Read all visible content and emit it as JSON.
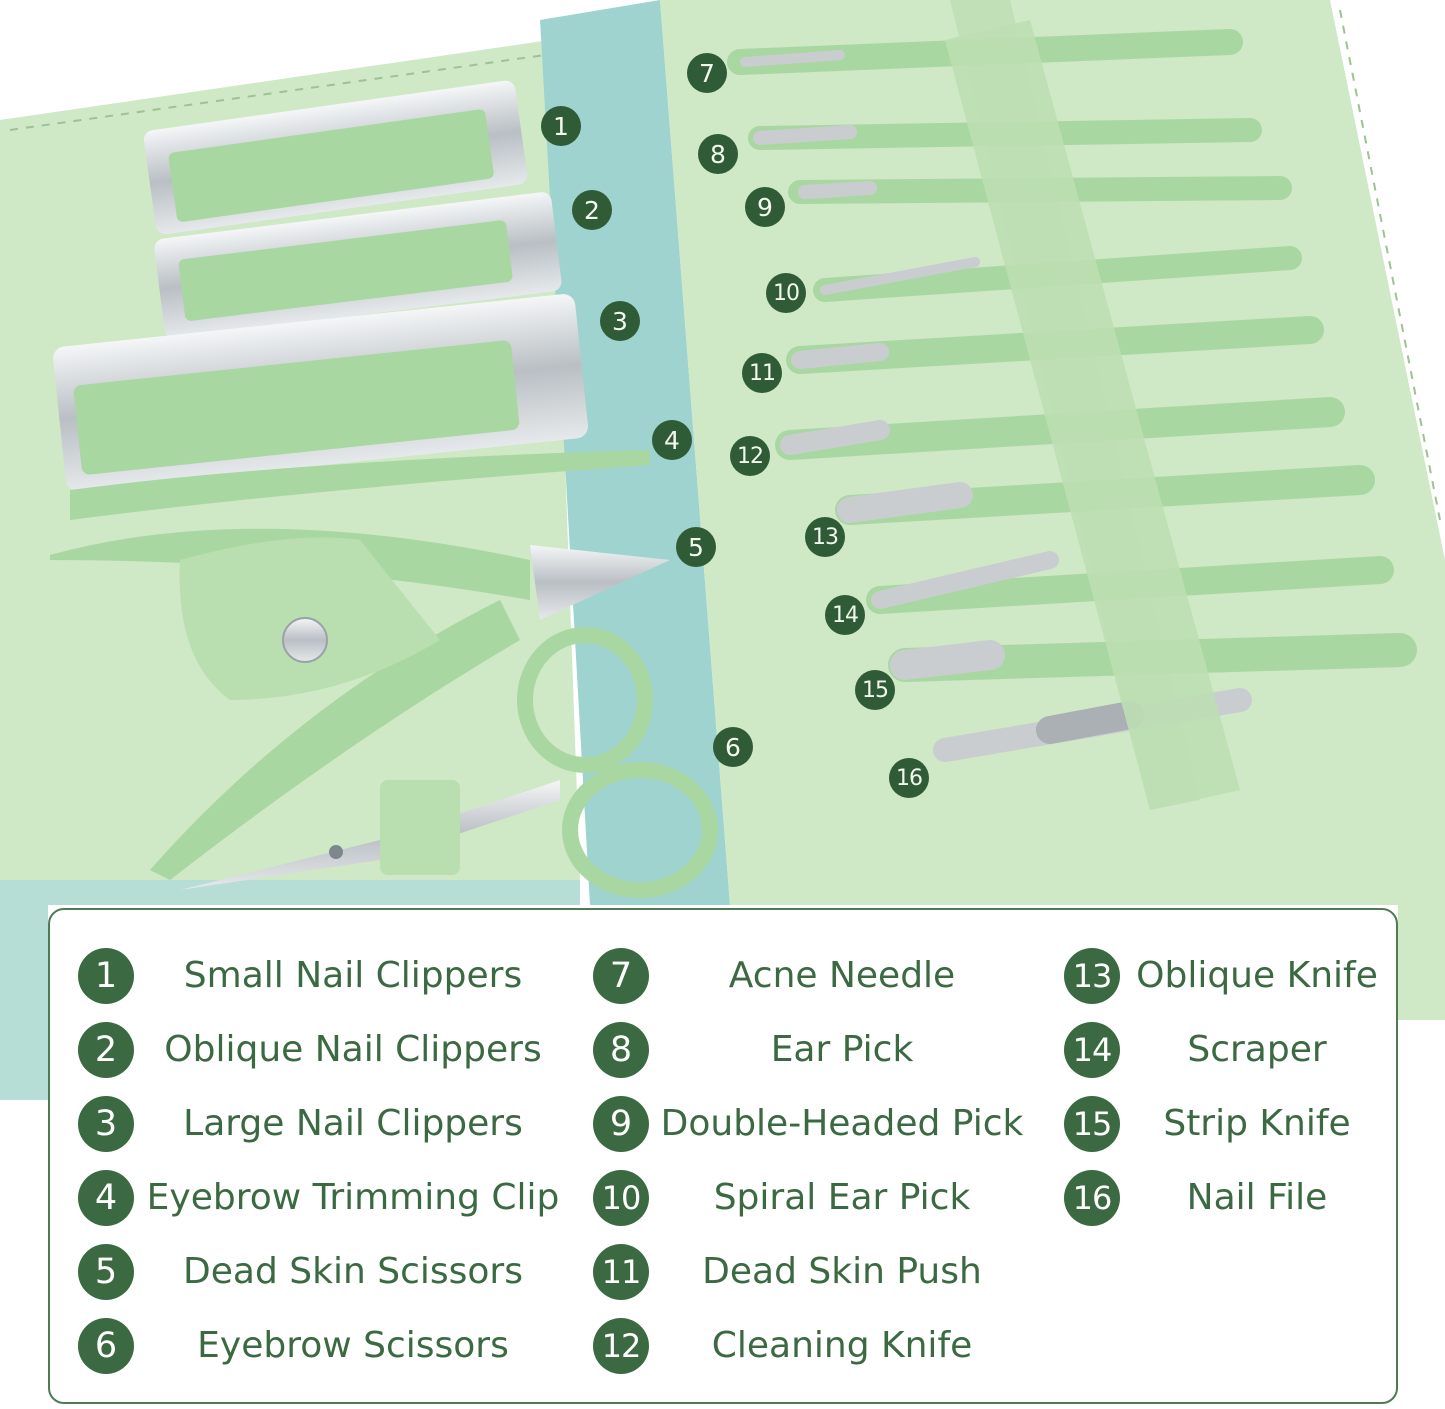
{
  "colors": {
    "accent": "#3b6a42",
    "case_green": "#cfe8c6",
    "case_blue": "#9fd3cf",
    "tool_green": "#a9d7a2",
    "steel": "#c9cdd0"
  },
  "photo_badges": [
    "1",
    "2",
    "3",
    "4",
    "5",
    "6",
    "7",
    "8",
    "9",
    "10",
    "11",
    "12",
    "13",
    "14",
    "15",
    "16"
  ],
  "legend": {
    "items": [
      {
        "num": "1",
        "label": "Small Nail Clippers"
      },
      {
        "num": "2",
        "label": "Oblique Nail Clippers"
      },
      {
        "num": "3",
        "label": "Large Nail Clippers"
      },
      {
        "num": "4",
        "label": "Eyebrow Trimming Clip"
      },
      {
        "num": "5",
        "label": "Dead Skin Scissors"
      },
      {
        "num": "6",
        "label": "Eyebrow Scissors"
      },
      {
        "num": "7",
        "label": "Acne Needle"
      },
      {
        "num": "8",
        "label": "Ear Pick"
      },
      {
        "num": "9",
        "label": "Double-Headed Pick"
      },
      {
        "num": "10",
        "label": "Spiral Ear Pick"
      },
      {
        "num": "11",
        "label": "Dead Skin Push"
      },
      {
        "num": "12",
        "label": "Cleaning Knife"
      },
      {
        "num": "13",
        "label": "Oblique Knife"
      },
      {
        "num": "14",
        "label": "Scraper"
      },
      {
        "num": "15",
        "label": "Strip Knife"
      },
      {
        "num": "16",
        "label": "Nail File"
      }
    ]
  }
}
